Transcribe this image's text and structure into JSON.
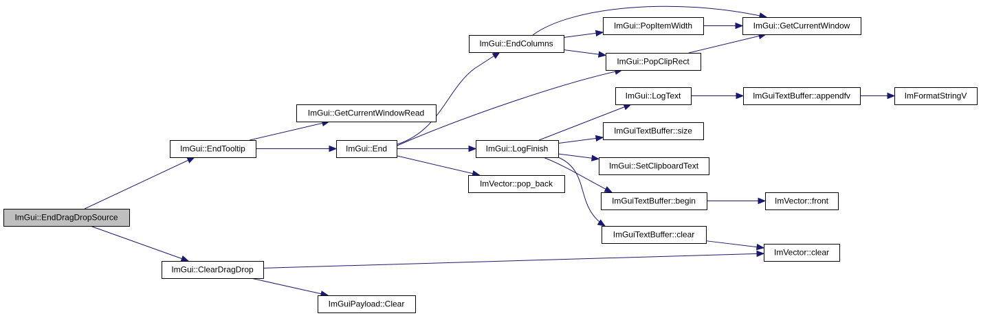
{
  "colors": {
    "edge": "#191970",
    "root_fill": "#bfbfbf",
    "node_fill": "#ffffff",
    "border": "#000000"
  },
  "nodes": [
    {
      "id": "end_drag_drop_source",
      "label": "ImGui::EndDragDropSource",
      "root": true
    },
    {
      "id": "end_tooltip",
      "label": "ImGui::EndTooltip"
    },
    {
      "id": "clear_drag_drop",
      "label": "ImGui::ClearDragDrop"
    },
    {
      "id": "get_current_window_read",
      "label": "ImGui::GetCurrentWindowRead"
    },
    {
      "id": "end",
      "label": "ImGui::End"
    },
    {
      "id": "payload_clear",
      "label": "ImGuiPayload::Clear"
    },
    {
      "id": "end_columns",
      "label": "ImGui::EndColumns"
    },
    {
      "id": "log_finish",
      "label": "ImGui::LogFinish"
    },
    {
      "id": "pop_back",
      "label": "ImVector::pop_back"
    },
    {
      "id": "pop_item_width",
      "label": "ImGui::PopItemWidth"
    },
    {
      "id": "pop_clip_rect",
      "label": "ImGui::PopClipRect"
    },
    {
      "id": "log_text",
      "label": "ImGui::LogText"
    },
    {
      "id": "tb_size",
      "label": "ImGuiTextBuffer::size"
    },
    {
      "id": "set_clipboard_text",
      "label": "ImGui::SetClipboardText"
    },
    {
      "id": "tb_begin",
      "label": "ImGuiTextBuffer::begin"
    },
    {
      "id": "tb_clear",
      "label": "ImGuiTextBuffer::clear"
    },
    {
      "id": "get_current_window",
      "label": "ImGui::GetCurrentWindow"
    },
    {
      "id": "tb_appendfv",
      "label": "ImGuiTextBuffer::appendfv"
    },
    {
      "id": "vec_front",
      "label": "ImVector::front"
    },
    {
      "id": "vec_clear",
      "label": "ImVector::clear"
    },
    {
      "id": "format_string_v",
      "label": "ImFormatStringV"
    }
  ],
  "edges": [
    {
      "from": "end_drag_drop_source",
      "to": "end_tooltip"
    },
    {
      "from": "end_drag_drop_source",
      "to": "clear_drag_drop"
    },
    {
      "from": "end_tooltip",
      "to": "get_current_window_read"
    },
    {
      "from": "end_tooltip",
      "to": "end"
    },
    {
      "from": "end",
      "to": "end_columns"
    },
    {
      "from": "end",
      "to": "pop_clip_rect"
    },
    {
      "from": "end",
      "to": "log_finish"
    },
    {
      "from": "end",
      "to": "pop_back"
    },
    {
      "from": "end_columns",
      "to": "get_current_window"
    },
    {
      "from": "end_columns",
      "to": "pop_item_width"
    },
    {
      "from": "end_columns",
      "to": "pop_clip_rect"
    },
    {
      "from": "pop_item_width",
      "to": "get_current_window"
    },
    {
      "from": "pop_clip_rect",
      "to": "get_current_window"
    },
    {
      "from": "log_finish",
      "to": "log_text"
    },
    {
      "from": "log_finish",
      "to": "tb_size"
    },
    {
      "from": "log_finish",
      "to": "set_clipboard_text"
    },
    {
      "from": "log_finish",
      "to": "tb_begin"
    },
    {
      "from": "log_finish",
      "to": "tb_clear"
    },
    {
      "from": "log_text",
      "to": "tb_appendfv"
    },
    {
      "from": "tb_appendfv",
      "to": "format_string_v"
    },
    {
      "from": "tb_begin",
      "to": "vec_front"
    },
    {
      "from": "tb_clear",
      "to": "vec_clear"
    },
    {
      "from": "clear_drag_drop",
      "to": "vec_clear"
    },
    {
      "from": "clear_drag_drop",
      "to": "payload_clear"
    }
  ]
}
